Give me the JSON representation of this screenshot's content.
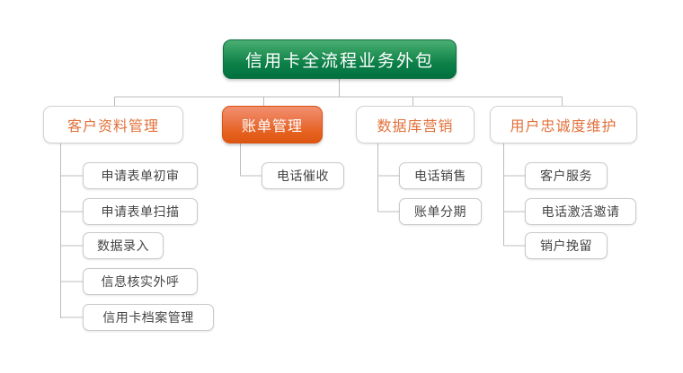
{
  "diagram": {
    "type": "organization-tree",
    "title": "信用卡全流程业务外包",
    "colors": {
      "root_fill_top": "#4aae73",
      "root_fill_bottom": "#00713f",
      "root_text": "#ffffff",
      "category_text": "#e2703a",
      "category_border": "#d2d2d2",
      "highlight_fill_top": "#f2906e",
      "highlight_fill_bottom": "#de5614",
      "highlight_text": "#ffffff",
      "leaf_text": "#454545",
      "leaf_border": "#c9c9c9",
      "connector": "#bcbcbc",
      "background": "#ffffff"
    },
    "root": {
      "label": "信用卡全流程业务外包"
    },
    "branches": [
      {
        "label": "客户资料管理",
        "highlighted": false,
        "children": [
          {
            "label": "申请表单初审"
          },
          {
            "label": "申请表单扫描"
          },
          {
            "label": "数据录入"
          },
          {
            "label": "信息核实外呼"
          },
          {
            "label": "信用卡档案管理"
          }
        ]
      },
      {
        "label": "账单管理",
        "highlighted": true,
        "children": [
          {
            "label": "电话催收"
          }
        ]
      },
      {
        "label": "数据库营销",
        "highlighted": false,
        "children": [
          {
            "label": "电话销售"
          },
          {
            "label": "账单分期"
          }
        ]
      },
      {
        "label": "用户忠诚度维护",
        "highlighted": false,
        "children": [
          {
            "label": "客户服务"
          },
          {
            "label": "电话激活邀请"
          },
          {
            "label": "销户挽留"
          }
        ]
      }
    ]
  }
}
